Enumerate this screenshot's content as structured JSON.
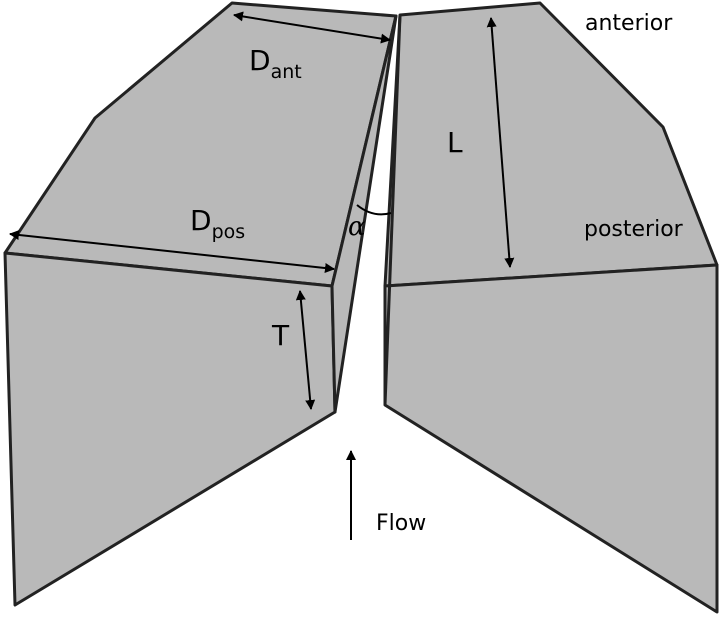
{
  "labels": {
    "d_ant": {
      "main": "D",
      "sub": "ant"
    },
    "d_pos": {
      "main": "D",
      "sub": "pos"
    },
    "length": "L",
    "thickness": "T",
    "angle": "α",
    "anterior": "anterior",
    "posterior": "posterior",
    "flow": "Flow"
  },
  "colors": {
    "face_fill": "#b9b9b9",
    "outline": "#222222",
    "text": "#000000",
    "background": "#ffffff"
  }
}
